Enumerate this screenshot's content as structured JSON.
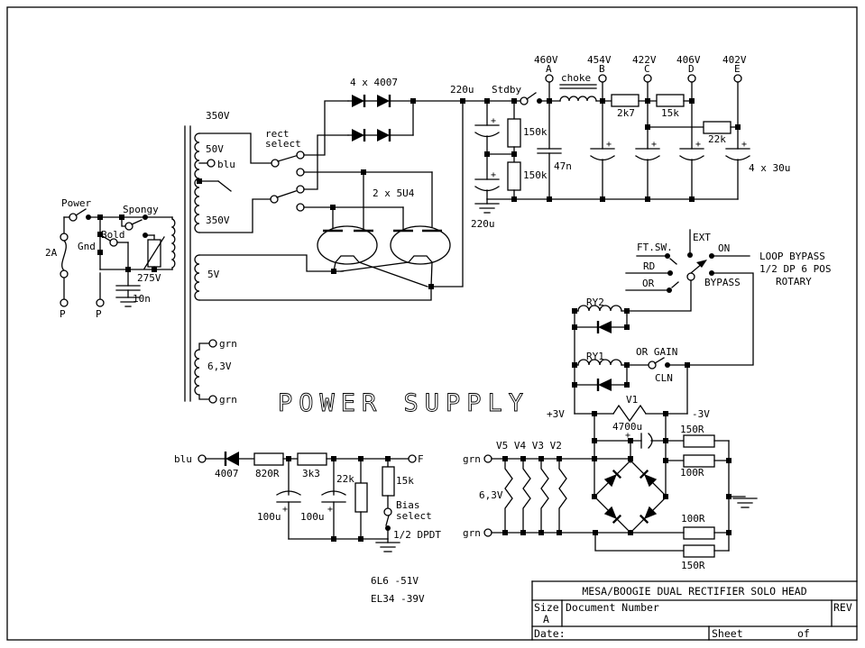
{
  "sym": {
    "plus": "+"
  },
  "big_title": "POWER SUPPLY",
  "mains": {
    "power": "Power",
    "fuse": "2A",
    "spongy": "Spongy",
    "bold": "Bold",
    "gnd": "Gnd",
    "varistor": "275V",
    "cap": "10n",
    "p1": "P",
    "p2": "P"
  },
  "xfmr": {
    "v350a": "350V",
    "v50": "50V",
    "blu": "blu",
    "v350b": "350V",
    "v5": "5V",
    "v63": "6,3V",
    "grn1": "grn",
    "grn2": "grn"
  },
  "rectifier": {
    "diodes": "4 x 4007",
    "tubes": "2 x 5U4",
    "sel1": "rect",
    "sel2": "select"
  },
  "bplus": {
    "cap_top": "220u",
    "stdby": "Stdby",
    "cap_bot": "220u",
    "bleed1": "150k",
    "bleed2": "150k",
    "c47": "47n",
    "choke": "choke",
    "r1": "2k7",
    "r2": "15k",
    "r3": "22k",
    "caps": "4 x 30u",
    "nodes": [
      {
        "v": "460V",
        "t": "A"
      },
      {
        "v": "454V",
        "t": "B"
      },
      {
        "v": "422V",
        "t": "C"
      },
      {
        "v": "406V",
        "t": "D"
      },
      {
        "v": "402V",
        "t": "E"
      }
    ]
  },
  "loop": {
    "ftsw": "FT.SW.",
    "rd": "RD",
    "or": "OR",
    "ext": "EXT",
    "on": "ON",
    "bypass": "BYPASS",
    "line1": "LOOP BYPASS",
    "line2": "1/2 DP 6 POS",
    "line3": "ROTARY",
    "ry2": "RY2",
    "ry1": "RY1",
    "orgain": "OR GAIN",
    "cln": "CLN"
  },
  "hdc": {
    "v1": "V1",
    "p3": "+3V",
    "m3": "-3V",
    "cap": "4700u",
    "rt1": "150R",
    "rt2": "100R",
    "rb1": "100R",
    "rb2": "150R"
  },
  "heaters": {
    "tubes": "V5 V4 V3 V2",
    "grn1": "grn",
    "grn2": "grn",
    "v63": "6,3V"
  },
  "bias": {
    "blu": "blu",
    "diode": "4007",
    "r1": "820R",
    "r2": "3k3",
    "r3": "22k",
    "r4": "15k",
    "c1": "100u",
    "c2": "100u",
    "sw1": "Bias",
    "sw2": "select",
    "sw3": "1/2 DPDT",
    "f": "F",
    "note1": "6L6  -51V",
    "note2": "EL34 -39V"
  },
  "titleblock": {
    "title": "MESA/BOOGIE DUAL RECTIFIER SOLO HEAD",
    "size_label": "Size",
    "size": "A",
    "doc": "Document Number",
    "rev": "REV",
    "date": "Date:",
    "sheet": "Sheet",
    "of": "of"
  }
}
